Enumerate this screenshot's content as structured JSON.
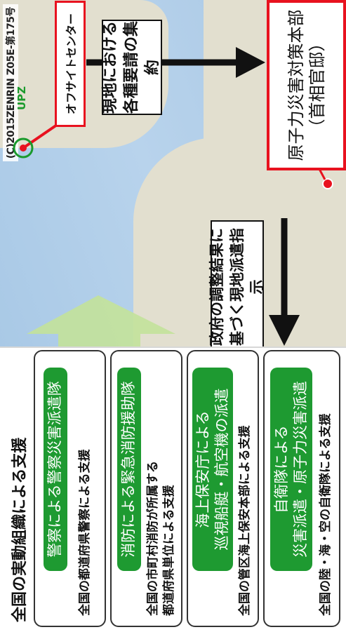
{
  "panel": {
    "title": "全国の実動組織による支援",
    "organizations": [
      {
        "name": "警察による警察災害派遣隊",
        "detail": "全国の都道府県警察による支援"
      },
      {
        "name": "消防による緊急消防援助隊",
        "detail_line1": "全国の市町村消防が所属する",
        "detail_line2": "都道府県単位による支援"
      },
      {
        "name_line1": "海上保安庁による",
        "name_line2": "巡視船艇・航空機の派遣",
        "detail": "全国の管区海上保安本部による支援"
      },
      {
        "name_line1": "自衛隊による",
        "name_line2": "災害派遣・原子力災害派遣",
        "detail": "全国の陸・海・空の自衛隊による支援"
      }
    ]
  },
  "map": {
    "offsite_center": "オフサイトセンター",
    "hq_line1": "原子力災害対策本部",
    "hq_line2": "（首相官邸）",
    "gather_line1": "現地における",
    "gather_line2": "各種要請の集約",
    "dispatch_line1": "政府の調整結果に",
    "dispatch_line2": "基づく現地派遣指示",
    "upz_label": "UPZ",
    "credit": "(C)2015ZENRIN Z05E-第175号"
  },
  "colors": {
    "callout_border": "#e8121f",
    "org_green": "#1e9a31",
    "upz_green": "#1a9a2c",
    "support_arrow": "#c3e29a"
  }
}
